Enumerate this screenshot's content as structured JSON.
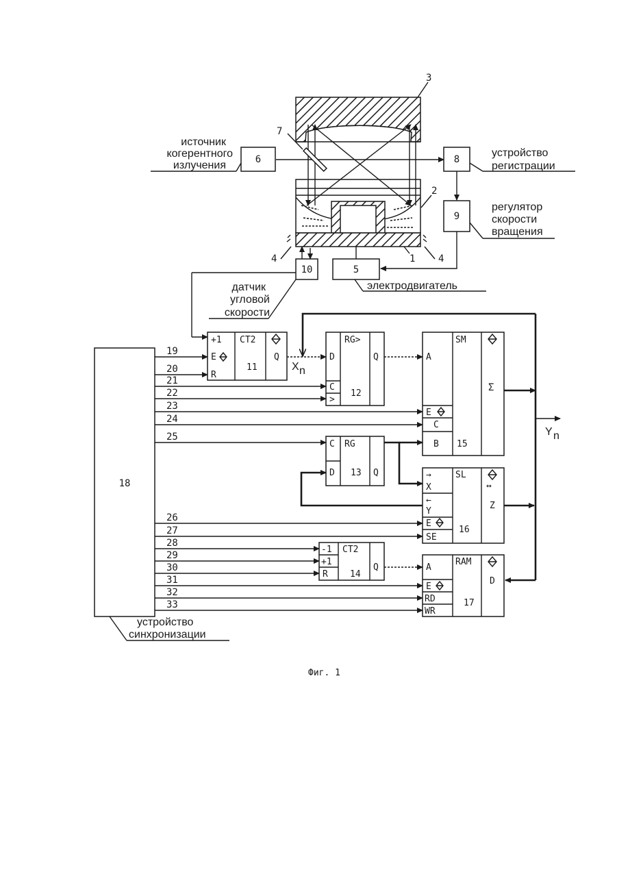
{
  "optics": {
    "source_label_1": "источник",
    "source_label_2": "когерентного",
    "source_label_3": "излучения",
    "registration_label_1": "устройство",
    "registration_label_2": "регистрации",
    "regulator_label_1": "регулятор",
    "regulator_label_2": "скорости",
    "regulator_label_3": "вращения",
    "motor_label": "электродвигатель",
    "sensor_label_1": "датчик",
    "sensor_label_2": "угловой",
    "sensor_label_3": "скорости",
    "ref_1": "1",
    "ref_2": "2",
    "ref_3": "3",
    "ref_4_left": "4",
    "ref_4_right": "4",
    "ref_7": "7",
    "box_5": "5",
    "box_6": "6",
    "box_8": "8",
    "box_9": "9",
    "box_10": "10"
  },
  "logic": {
    "ct11": {
      "in_plus1": "+1",
      "in_e": "E",
      "in_r": "R",
      "type": "CT2",
      "out_q": "Q",
      "num": "11"
    },
    "rg12": {
      "in_d": "D",
      "in_c": "C",
      "in_clk": ">",
      "type": "RG>",
      "out_q": "Q",
      "num": "12"
    },
    "rg13": {
      "in_c": "C",
      "in_d": "D",
      "type": "RG",
      "out_q": "Q",
      "num": "13"
    },
    "ct14": {
      "in_minus1": "-1",
      "in_plus1": "+1",
      "in_r": "R",
      "type": "CT2",
      "out_q": "Q",
      "num": "14"
    },
    "sm15": {
      "in_a": "A",
      "in_e": "E",
      "in_c": "C",
      "in_b": "B",
      "type": "SM",
      "out": "Σ",
      "num": "15"
    },
    "sl16": {
      "in_x": "X",
      "in_y": "Y",
      "in_e": "E",
      "in_se": "SE",
      "type": "SL",
      "out": "Z",
      "num": "16"
    },
    "ram17": {
      "in_a": "A",
      "in_e": "E",
      "in_rd": "RD",
      "in_wr": "WR",
      "type": "RAM",
      "out": "D",
      "num": "17"
    },
    "sync18": {
      "num": "18"
    },
    "sync_label_1": "устройство",
    "sync_label_2": "синхронизации",
    "xn_label": "X",
    "xn_sub": "n",
    "yn_label": "Y",
    "yn_sub": "n",
    "lines": [
      "19",
      "20",
      "21",
      "22",
      "23",
      "24",
      "25",
      "26",
      "27",
      "28",
      "29",
      "30",
      "31",
      "32",
      "33"
    ]
  },
  "caption": "Фиг. 1"
}
